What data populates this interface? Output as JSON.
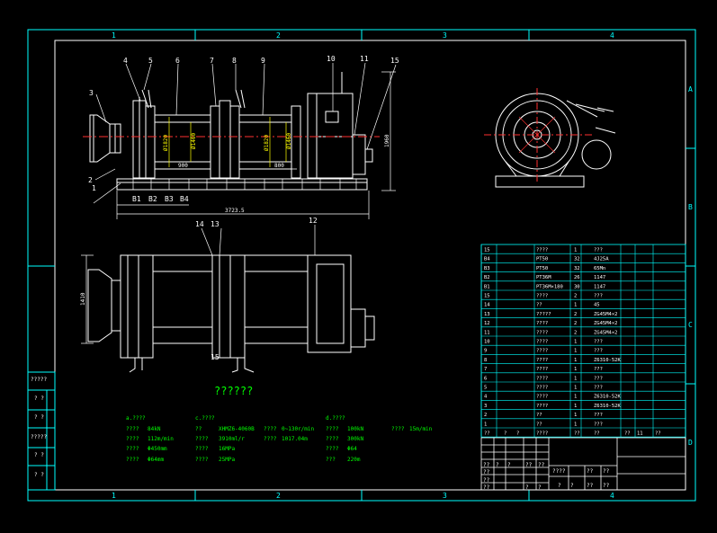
{
  "frame": {
    "col_labels_top": [
      "1",
      "2",
      "3",
      "4"
    ],
    "col_labels_bottom": [
      "1",
      "2",
      "3",
      "4"
    ],
    "row_labels": [
      "A",
      "B",
      "C",
      "D"
    ]
  },
  "front_view": {
    "callouts": [
      "1",
      "2",
      "3",
      "4",
      "5",
      "6",
      "7",
      "8",
      "9",
      "10",
      "11",
      "15"
    ],
    "dims": {
      "d1": "Ø1820",
      "d2": "Ø1460",
      "d3": "Ø1820",
      "d4": "Ø1460",
      "len1": "900",
      "len2": "800",
      "height": "1960",
      "total": "3723.5"
    },
    "foot_labels": [
      "B1",
      "B2",
      "B3",
      "B4"
    ]
  },
  "top_view": {
    "callouts": [
      "14",
      "13",
      "12",
      "15"
    ],
    "dim_width": "1410"
  },
  "tech_title": "??????",
  "tech_params": {
    "col_a": {
      "header": "a.????",
      "rows": [
        [
          "????",
          "84kN"
        ],
        [
          "????",
          "112m/min"
        ],
        [
          "????",
          "Φ450mm"
        ],
        [
          "????",
          "Φ64mm"
        ]
      ]
    },
    "col_c": {
      "header": "c.????",
      "rows": [
        [
          "??",
          "XHMZ6-4060B"
        ],
        [
          "????",
          "3910ml/r"
        ],
        [
          "????",
          "16MPa"
        ],
        [
          "????",
          "25MPa"
        ]
      ],
      "extra": [
        "????",
        "0~130r/min",
        "????",
        "1017.04m"
      ]
    },
    "col_d": {
      "header": "d.????",
      "rows": [
        [
          "????",
          "100kN"
        ],
        [
          "????",
          "300kN"
        ],
        [
          "????",
          "Φ64"
        ],
        [
          "???",
          "220m"
        ]
      ],
      "extra": [
        "????",
        "15m/min"
      ]
    }
  },
  "parts_table": {
    "rows": [
      [
        "15",
        "????",
        "1",
        "???"
      ],
      [
        "B4",
        "PT50",
        "32",
        "4J25A"
      ],
      [
        "B3",
        "PT50",
        "32",
        "65Mn"
      ],
      [
        "B2",
        "PT36M",
        "26",
        "1147"
      ],
      [
        "B1",
        "PT36M×180",
        "30",
        "1147"
      ],
      [
        "15",
        "????",
        "2",
        "???"
      ],
      [
        "14",
        "??",
        "1",
        "45"
      ],
      [
        "13",
        "?????",
        "2",
        "ZG45M4×2"
      ],
      [
        "12",
        "????",
        "2",
        "ZG45M4×2"
      ],
      [
        "11",
        "????",
        "2",
        "ZG45M4×2"
      ],
      [
        "10",
        "????",
        "1",
        "???"
      ],
      [
        "9",
        "????",
        "1",
        "???"
      ],
      [
        "8",
        "????",
        "1",
        "Z6310-52K"
      ],
      [
        "7",
        "????",
        "1",
        "???"
      ],
      [
        "6",
        "????",
        "1",
        "???"
      ],
      [
        "5",
        "????",
        "1",
        "???"
      ],
      [
        "4",
        "????",
        "1",
        "Z6310-52K"
      ],
      [
        "3",
        "????",
        "1",
        "Z6310-52K"
      ],
      [
        "2",
        "??",
        "1",
        "???"
      ],
      [
        "1",
        "??",
        "1",
        "???"
      ]
    ],
    "header": [
      "??",
      "?",
      "?",
      "????",
      "??",
      "??",
      "??",
      "11",
      "??"
    ]
  },
  "title_block": {
    "labels_left": [
      "??",
      "?",
      "?",
      "???",
      "??",
      "??",
      "??",
      "??",
      "??",
      "?",
      "?"
    ],
    "labels_mid": [
      "????",
      "??",
      "??"
    ],
    "labels_bot": [
      "?",
      "?",
      "??",
      "??"
    ]
  },
  "side_strip": [
    "?????",
    "? ?",
    "? ?",
    "?????",
    "? ?",
    "? ?"
  ]
}
